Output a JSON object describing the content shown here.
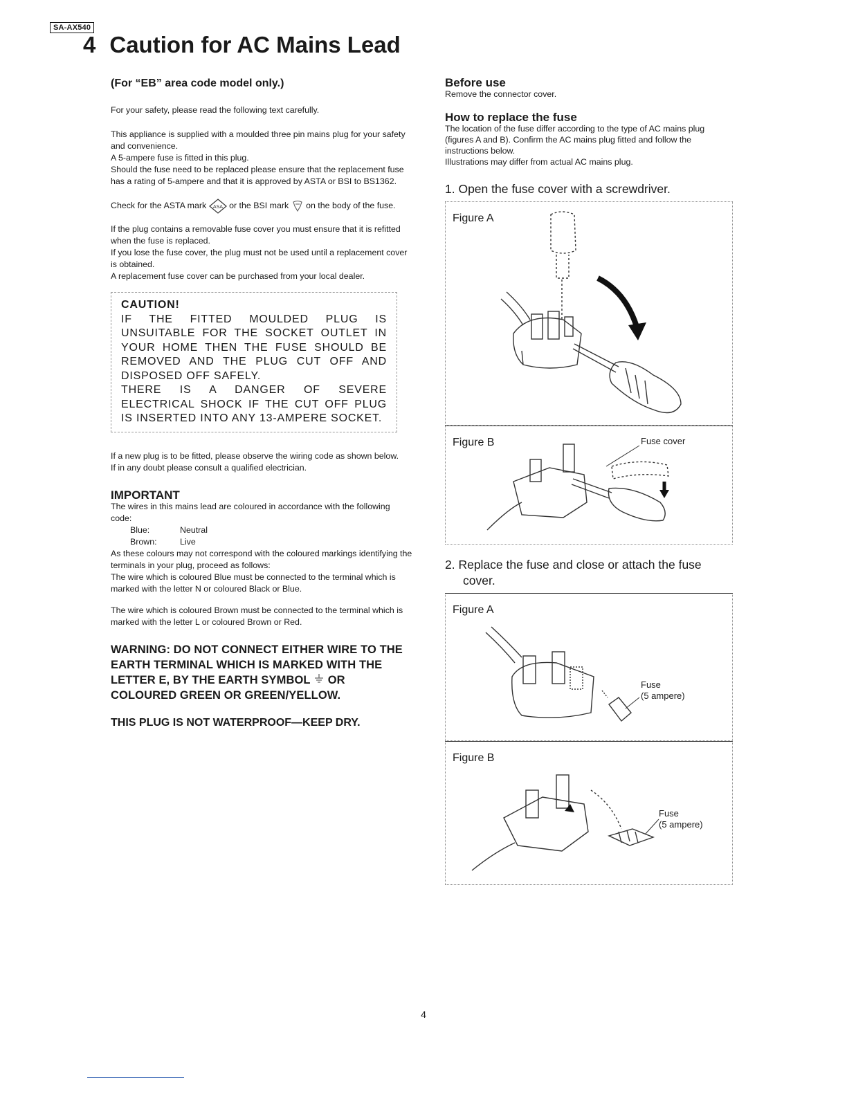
{
  "header": {
    "model_tag": "SA-AX540",
    "chapter_number": "4",
    "chapter_title": "Caution for AC Mains Lead"
  },
  "left": {
    "heading": "(For “EB” area code model only.)",
    "intro": "For your safety, please read the following text carefully.",
    "para1": "This appliance is supplied with a moulded three pin mains plug for your safety and convenience.",
    "para2": "A 5-ampere fuse is fitted in this plug.",
    "para3": "Should the fuse need to be replaced please ensure that the replacement fuse has a rating of 5-ampere and that it is approved by ASTA or BSI to BS1362.",
    "check_part1": "Check for the ASTA mark",
    "check_part2": "or the BSI mark",
    "check_part3": "on the body of the fuse.",
    "para4": "If the plug contains a removable fuse cover you must ensure that it is refitted when the fuse is replaced.",
    "para5": "If you lose the fuse cover, the plug must not be used until a replacement cover is obtained.",
    "para6": "A replacement fuse cover can be purchased from your local dealer.",
    "caution_title": "CAUTION!",
    "caution_text1": "IF THE FITTED MOULDED PLUG IS UNSUITABLE FOR THE SOCKET OUTLET IN YOUR HOME THEN THE FUSE SHOULD BE REMOVED AND THE PLUG CUT OFF AND DISPOSED OFF SAFELY.",
    "caution_text2": "THERE IS A DANGER OF SEVERE ELECTRICAL SHOCK IF THE CUT OFF PLUG IS INSERTED INTO ANY 13-AMPERE SOCKET.",
    "wiring1": "If a new plug is to be fitted, please observe the wiring code as shown below.",
    "wiring2": "If in any doubt please consult a qualified electrician.",
    "important_heading": "IMPORTANT",
    "important_text": "The wires in this mains lead are coloured in accordance with the following code:",
    "code_blue_key": "Blue:",
    "code_blue_val": "Neutral",
    "code_brown_key": "Brown:",
    "code_brown_val": "Live",
    "markings": "As these colours may not correspond with the coloured markings identifying the terminals in your plug, proceed as follows:",
    "blue_rule": "The wire which is coloured Blue must be connected to the terminal which is marked with the letter N or coloured Black or Blue.",
    "brown_rule": "The wire which is coloured Brown must be connected to the terminal which is marked with the letter L or coloured Brown or Red.",
    "warning_part1": "WARNING: DO NOT CONNECT EITHER WIRE TO THE EARTH TERMINAL WHICH IS MARKED WITH THE LETTER E, BY THE EARTH SYMBOL",
    "warning_part2": "OR COLOURED GREEN OR GREEN/YELLOW.",
    "keep_dry": "THIS PLUG IS NOT WATERPROOF—KEEP DRY."
  },
  "right": {
    "before_use_heading": "Before use",
    "before_use_text": "Remove the connector cover.",
    "replace_heading": "How to replace the fuse",
    "replace_text": "The location of the fuse differ according to the type of AC mains plug (figures A and B). Confirm the AC mains plug fitted and follow the instructions below.",
    "illustration_note": "Illustrations may differ from actual AC mains plug.",
    "step1": "1.  Open the fuse cover with a screwdriver.",
    "step2": "2.  Replace the fuse and close or attach the fuse cover.",
    "fig_a_label": "Figure A",
    "fig_b_label": "Figure B",
    "fuse_cover_label": "Fuse cover",
    "fuse_label": "Fuse",
    "fuse_rating": "(5 ampere)"
  },
  "footer": {
    "page_number": "4"
  }
}
